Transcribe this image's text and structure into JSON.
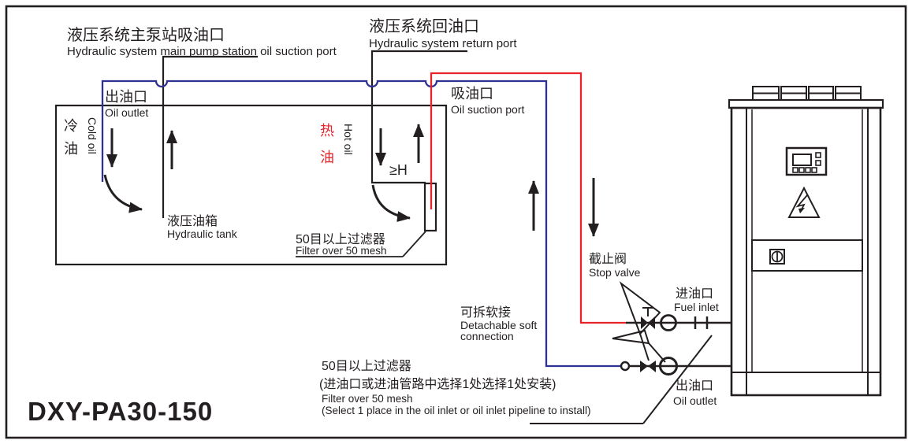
{
  "model": "DXY-PA30-150",
  "colors": {
    "cold_pipe_blue": "#2e3192",
    "hot_pipe_red": "#e8232a",
    "line_black": "#231f20",
    "model_orange": "#ee7e2f"
  },
  "labels": {
    "main_pump_suction": {
      "cn": "液压系统主泵站吸油口",
      "en": "Hydraulic system main pump station oil suction port"
    },
    "return_port": {
      "cn": "液压系统回油口",
      "en": "Hydraulic system return port"
    },
    "tank_oil_outlet": {
      "cn": "出油口",
      "en": "Oil outlet"
    },
    "oil_suction_port": {
      "cn": "吸油口",
      "en": "Oil suction port"
    },
    "cold_oil": {
      "cn_chars": [
        "冷",
        "油"
      ],
      "en": "Cold oil"
    },
    "hot_oil": {
      "cn_chars": [
        "热",
        "油"
      ],
      "en": "Hot oil"
    },
    "hydraulic_tank": {
      "cn": "液压油箱",
      "en": "Hydraulic tank"
    },
    "tank_filter": {
      "cn": "50目以上过滤器",
      "en": "Filter over 50 mesh"
    },
    "height_note": "≥H",
    "detachable": {
      "cn": "可拆软接",
      "en_line1": "Detachable soft",
      "en_line2": "connection"
    },
    "stop_valve": {
      "cn": "截止阀",
      "en": "Stop valve"
    },
    "inlet_filter": {
      "cn_line1": "50目以上过滤器",
      "cn_line2": "(进油口或进油管路中选择1处选择1处安装)",
      "en_line1": "Filter over 50 mesh",
      "en_line2": "(Select 1 place in the oil inlet or oil inlet pipeline to install)"
    },
    "fuel_inlet": {
      "cn": "进油口",
      "en": "Fuel inlet"
    },
    "chiller_oil_outlet": {
      "cn": "出油口",
      "en": "Oil outlet"
    }
  }
}
